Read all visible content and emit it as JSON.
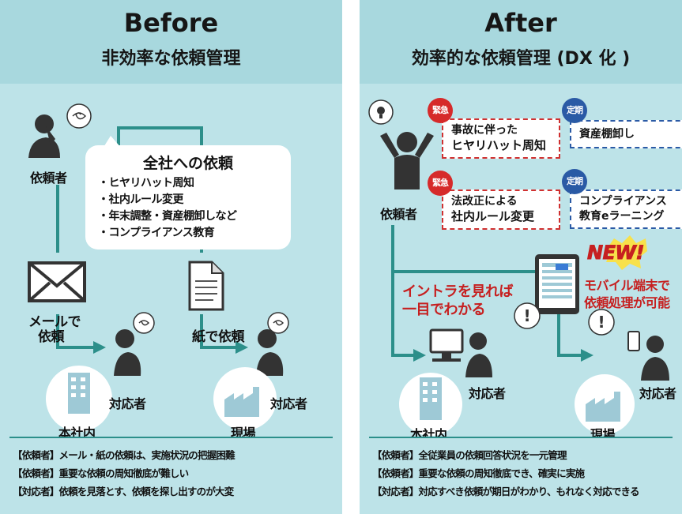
{
  "before": {
    "title": "Before",
    "subtitle": "非効率な依頼管理",
    "requester_label": "依頼者",
    "bubble_title": "全社への依頼",
    "bubble_items": [
      "・ヒヤリハット周知",
      "・社内ルール変更",
      "・年末調整・資産棚卸しなど",
      "・コンプライアンス教育"
    ],
    "mail_label_1": "メールで",
    "mail_label_2": "依頼",
    "paper_label": "紙で依頼",
    "responder_label_1": "対応者",
    "responder_label_2": "対応者",
    "hq_label": "本社内",
    "site_label": "現場",
    "footer": [
      "【依頼者】メール・紙の依頼は、実施状況の把握困難",
      "【依頼者】重要な依頼の周知徹底が難しい",
      "【対応者】依頼を見落とす、依頼を探し出すのが大変"
    ]
  },
  "after": {
    "title": "After",
    "subtitle": "効率的な依頼管理 (DX 化 )",
    "requester_label": "依頼者",
    "urgent_badge": "緊急",
    "regular_badge": "定期",
    "tag1_line1": "事故に伴った",
    "tag1_line2": "ヒヤリハット周知",
    "tag2_line1": "法改正による",
    "tag2_line2": "社内ルール変更",
    "tag3": "資産棚卸し",
    "tag4_line1": "コンプライアンス",
    "tag4_line2": "教育eラーニング",
    "new_label": "NEW!",
    "intranet_1": "イントラを見れば",
    "intranet_2": "一目でわかる",
    "mobile_1": "モバイル端末で",
    "mobile_2": "依頼処理が可能",
    "responder_label_1": "対応者",
    "responder_label_2": "対応者",
    "hq_label": "本社内",
    "site_label": "現場",
    "footer": [
      "【依頼者】全従業員の依頼回答状況を一元管理",
      "【依頼者】重要な依頼の周知徹底でき、確実に実施",
      "【対応者】対応すべき依頼が期日がわかり、もれなく対応できる"
    ]
  },
  "colors": {
    "teal": "#2c8f8a",
    "bg": "#bde3e8",
    "header": "#a8d8de",
    "urgent": "#d62a2a",
    "regular": "#2a5aa5",
    "accent_red": "#c62020"
  }
}
